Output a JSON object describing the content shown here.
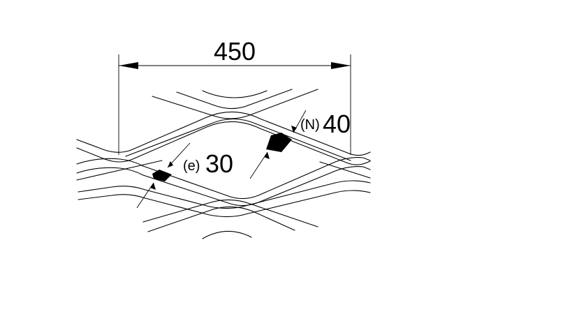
{
  "dimensions": {
    "overall_width": "450",
    "strand_N_prefix": "(N)",
    "strand_N_value": "40",
    "strand_e_prefix": "(e)",
    "strand_e_value": "30"
  },
  "colors": {
    "line": "#000000",
    "fill": "#000000",
    "background": "#ffffff"
  }
}
